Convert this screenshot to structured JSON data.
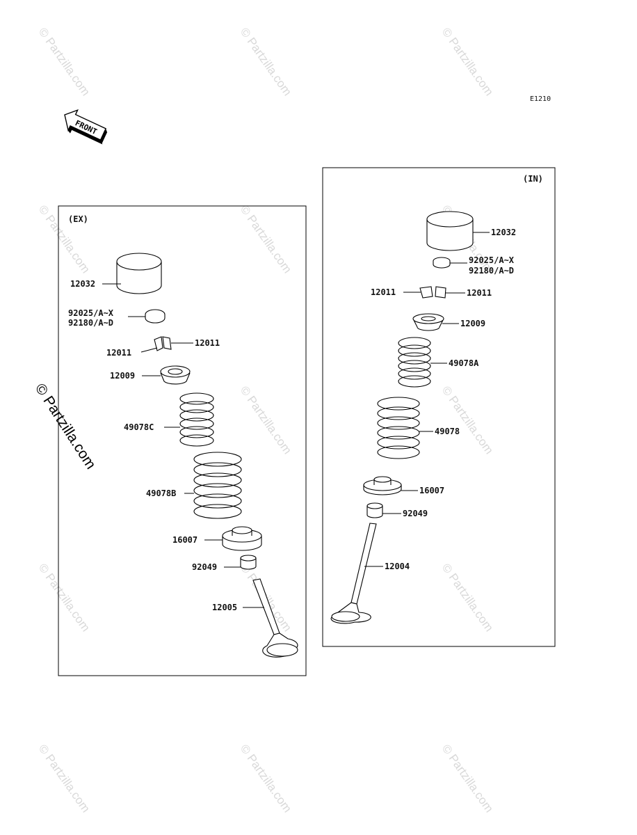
{
  "figure_code": "E1210",
  "front_arrow_label": "FRONT",
  "watermark": "© Partzilla.com",
  "panels": {
    "exhaust": {
      "title": "(EX)",
      "labels": {
        "tappet": "12032",
        "shim_line1": "92025/A~X",
        "shim_line2": "92180/A~D",
        "cotter_left": "12011",
        "cotter_right": "12011",
        "retainer": "12009",
        "inner_spring": "49078C",
        "outer_spring": "49078B",
        "spring_seat": "16007",
        "stem_seal": "92049",
        "valve": "12005"
      }
    },
    "intake": {
      "title": "(IN)",
      "labels": {
        "tappet": "12032",
        "shim_line1": "92025/A~X",
        "shim_line2": "92180/A~D",
        "cotter_left": "12011",
        "cotter_right": "12011",
        "retainer": "12009",
        "inner_spring": "49078A",
        "outer_spring": "49078",
        "spring_seat": "16007",
        "stem_seal": "92049",
        "valve": "12004"
      }
    }
  }
}
